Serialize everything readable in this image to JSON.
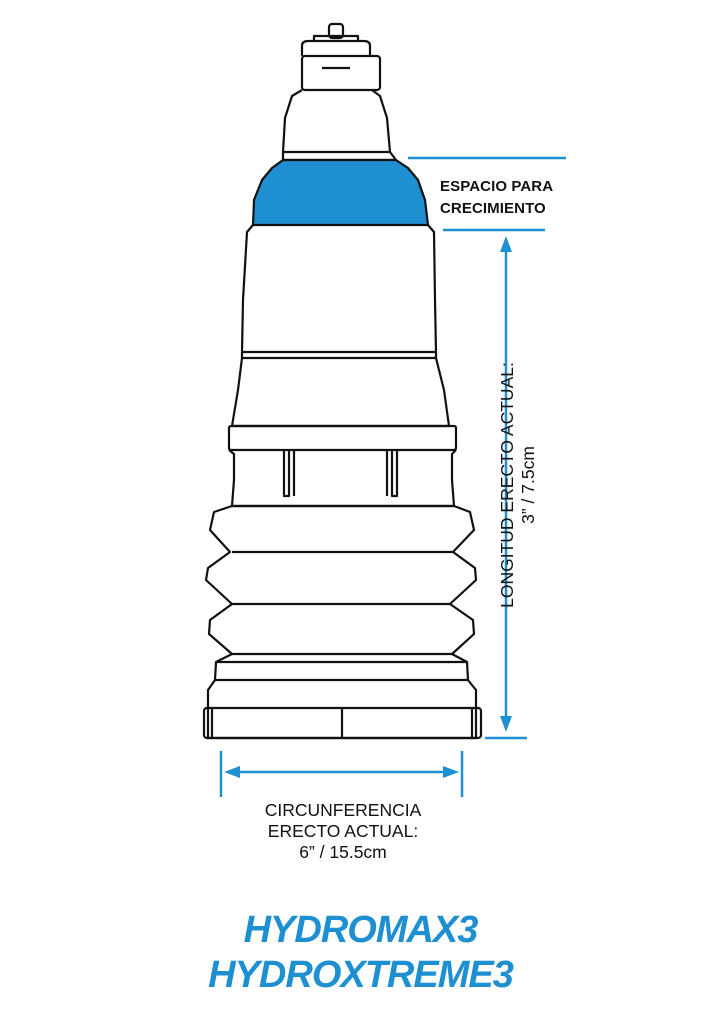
{
  "labels": {
    "growth_line1": "ESPACIO PARA",
    "growth_line2": "CRECIMIENTO",
    "length_line1": "LONGITUD ERECTO ACTUAL:",
    "length_line2": "3” / 7.5cm",
    "circ_line1": "CIRCUNFERENCIA",
    "circ_line2": "ERECTO ACTUAL:",
    "circ_line3": "6” / 15.5cm"
  },
  "logos": {
    "line1": "HYDROMAX3",
    "line2": "HYDROXTREME3"
  },
  "colors": {
    "accent": "#1e8fd0",
    "outline": "#111111",
    "text": "#111111"
  }
}
